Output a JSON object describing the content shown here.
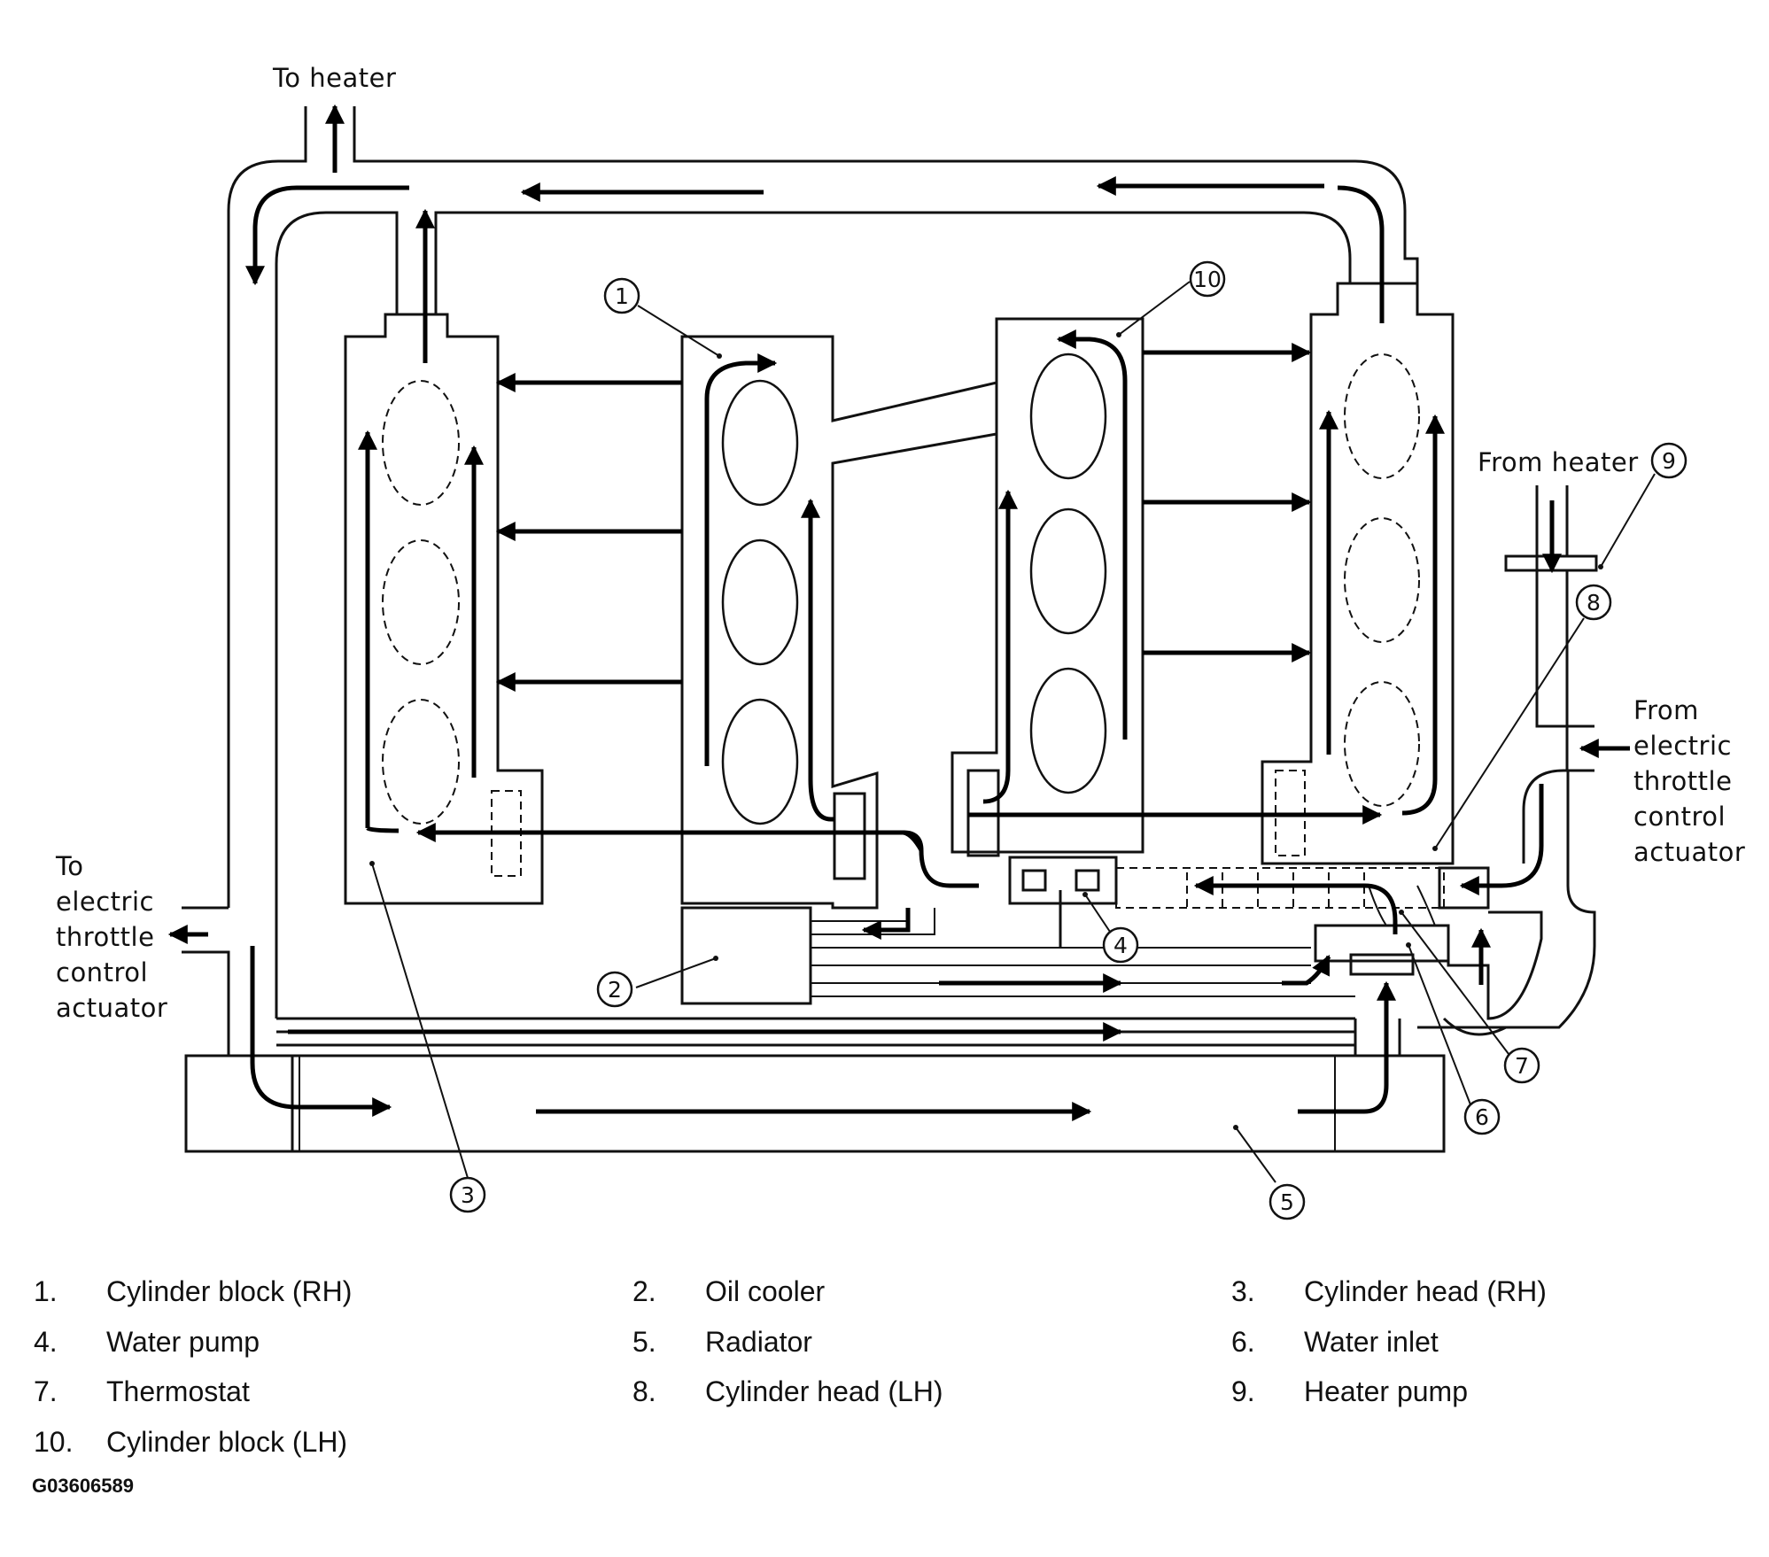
{
  "labels": {
    "to_heater": "To heater",
    "from_heater": "From heater",
    "to_actuator": [
      "To",
      "electric",
      "throttle",
      "control",
      "actuator"
    ],
    "from_actuator": [
      "From",
      "electric",
      "throttle",
      "control",
      "actuator"
    ]
  },
  "callouts": [
    "1",
    "2",
    "3",
    "4",
    "5",
    "6",
    "7",
    "8",
    "9",
    "10"
  ],
  "legend": [
    {
      "num": "1.",
      "text": "Cylinder block (RH)"
    },
    {
      "num": "2.",
      "text": "Oil cooler"
    },
    {
      "num": "3.",
      "text": "Cylinder head (RH)"
    },
    {
      "num": "4.",
      "text": "Water pump"
    },
    {
      "num": "5.",
      "text": "Radiator"
    },
    {
      "num": "6.",
      "text": "Water inlet"
    },
    {
      "num": "7.",
      "text": "Thermostat"
    },
    {
      "num": "8.",
      "text": "Cylinder head (LH)"
    },
    {
      "num": "9.",
      "text": "Heater pump"
    },
    {
      "num": "10.",
      "text": "Cylinder block (LH)"
    }
  ],
  "figure_id": "G03606589"
}
